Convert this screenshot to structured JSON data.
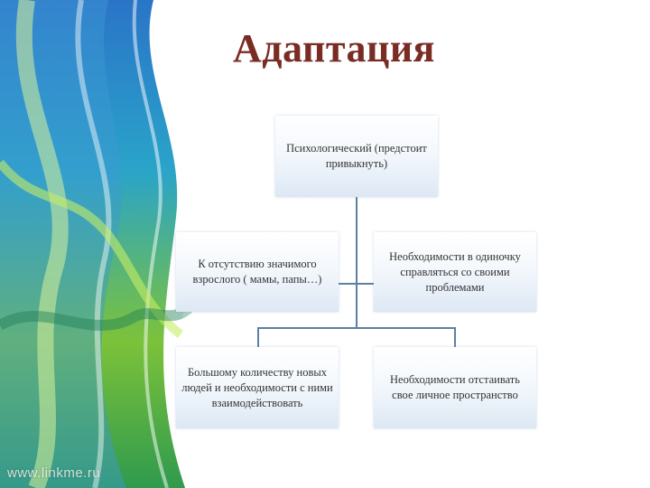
{
  "slide": {
    "title": "Адаптация",
    "watermark": "www.linkme.ru"
  },
  "diagram": {
    "root": "Психологический (предстоит привыкнуть)",
    "left": [
      "К отсутствию значимого взрослого ( мамы, папы…)",
      "Большому количеству новых людей и необходимости с ними взаимодействовать"
    ],
    "right": [
      "Необходимости в одиночку справляться со своими проблемами",
      "Необходимости отстаивать свое личное пространство"
    ]
  }
}
